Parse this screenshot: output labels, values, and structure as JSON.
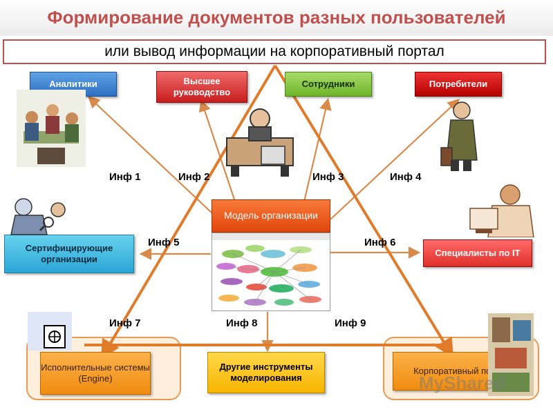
{
  "title": "Формирование документов разных пользователей",
  "subtitle": "или вывод информации на корпоративный портал",
  "center": {
    "label": "Модель организации"
  },
  "nodes": {
    "analysts": "Аналитики",
    "top_management": "Высшее руководство",
    "employees": "Сотрудники",
    "consumers": "Потребители",
    "certifying": "Сертифицирующие организации",
    "it_specialists": "Специалисты по IT",
    "executive_systems": "Исполнительные системы (Engine)",
    "other_tools": "Другие инструменты моделирования",
    "corporate_portal": "Корпоративный портал"
  },
  "flows": {
    "inf1": "Инф 1",
    "inf2": "Инф 2",
    "inf3": "Инф 3",
    "inf4": "Инф 4",
    "inf5": "Инф 5",
    "inf6": "Инф 6",
    "inf7": "Инф 7",
    "inf8": "Инф 8",
    "inf9": "Инф 9"
  },
  "watermark": "MyShared",
  "colors": {
    "title": "#c0504d",
    "arrow": "#e07b2a",
    "thin_arrow": "#d98a4a"
  }
}
